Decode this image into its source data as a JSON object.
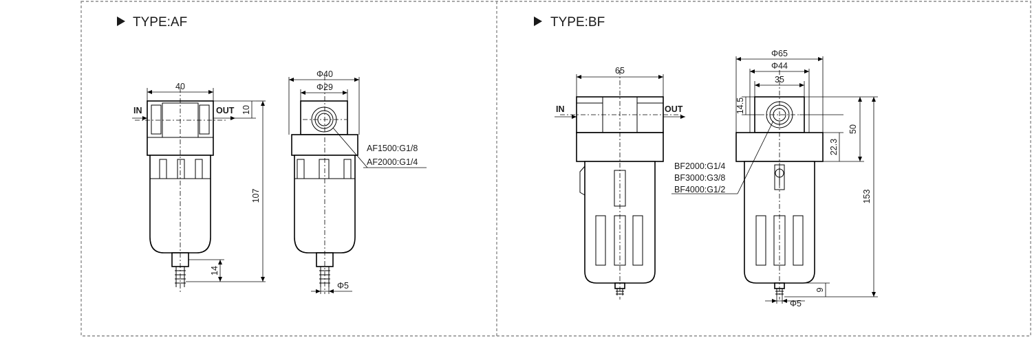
{
  "panels": {
    "af": {
      "title": "TYPE:AF",
      "front": {
        "width": "40",
        "in": "IN",
        "out": "OUT",
        "top": "10",
        "height": "107",
        "drain": "14"
      },
      "side": {
        "outer_dia": "Φ40",
        "inner_dia": "Φ29",
        "port_1": "AF1500:G1/8",
        "port_2": "AF2000:G1/4",
        "drain_dia": "Φ5"
      }
    },
    "bf": {
      "title": "TYPE:BF",
      "front": {
        "width": "65",
        "in": "IN",
        "out": "OUT"
      },
      "side": {
        "outer_dia": "Φ65",
        "mid_dia": "Φ44",
        "inner_w": "35",
        "top": "14.5",
        "port_h": "22.3",
        "head_h": "50",
        "height": "153",
        "drain": "9",
        "drain_dia": "Φ5",
        "port_1": "BF2000:G1/4",
        "port_2": "BF3000:G3/8",
        "port_3": "BF4000:G1/2"
      }
    }
  }
}
